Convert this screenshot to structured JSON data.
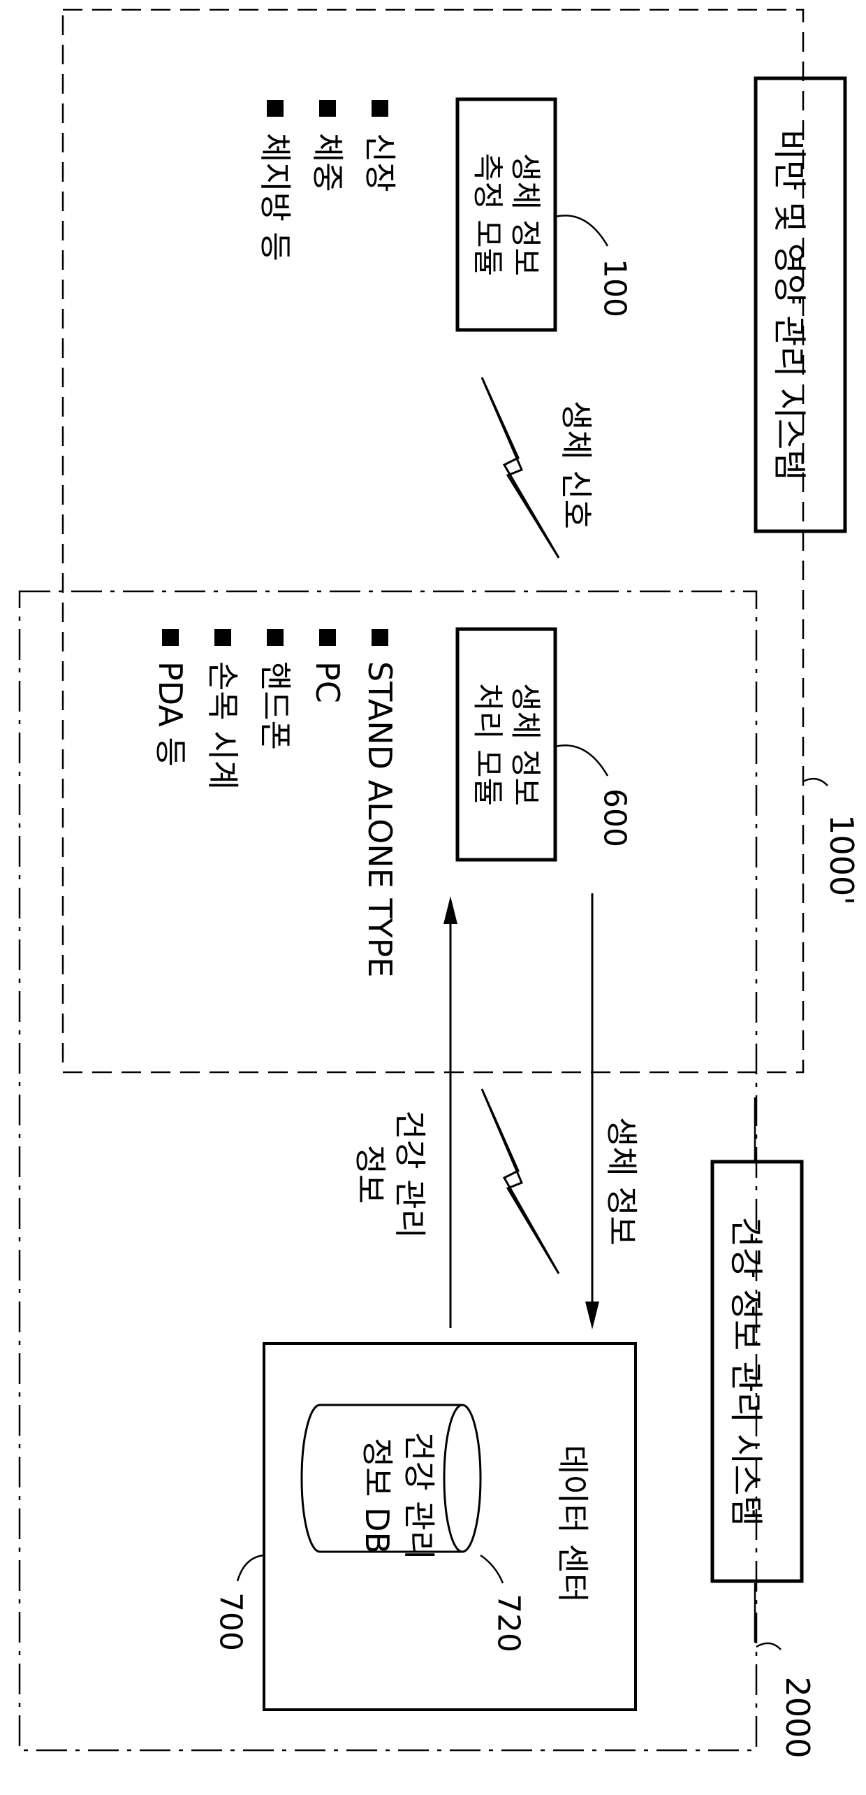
{
  "system_1000": {
    "title": "비만 및 영양 관리 시스템",
    "ref": "1000'"
  },
  "system_2000": {
    "title": "건강 정보 관리 시스템",
    "ref": "2000"
  },
  "module_100": {
    "label_line1": "생체 정보",
    "label_line2": "측정 모듈",
    "ref": "100",
    "bullets": [
      "신장",
      "체중",
      "체지방 등"
    ]
  },
  "signal_label": "생체 신호",
  "module_600": {
    "label_line1": "생체 정보",
    "label_line2": "처리 모듈",
    "ref": "600",
    "bullets": [
      "STAND ALONE TYPE",
      "PC",
      "핸드폰",
      "손목 시계",
      "PDA 등"
    ]
  },
  "arrow_down_label": "생체 정보",
  "arrow_up_label_line1": "건강 관리",
  "arrow_up_label_line2": "정보",
  "data_center": {
    "title": "데이터 센터",
    "ref": "700",
    "db_line1": "건강 관리",
    "db_line2": "정보 DB",
    "db_ref": "720"
  }
}
